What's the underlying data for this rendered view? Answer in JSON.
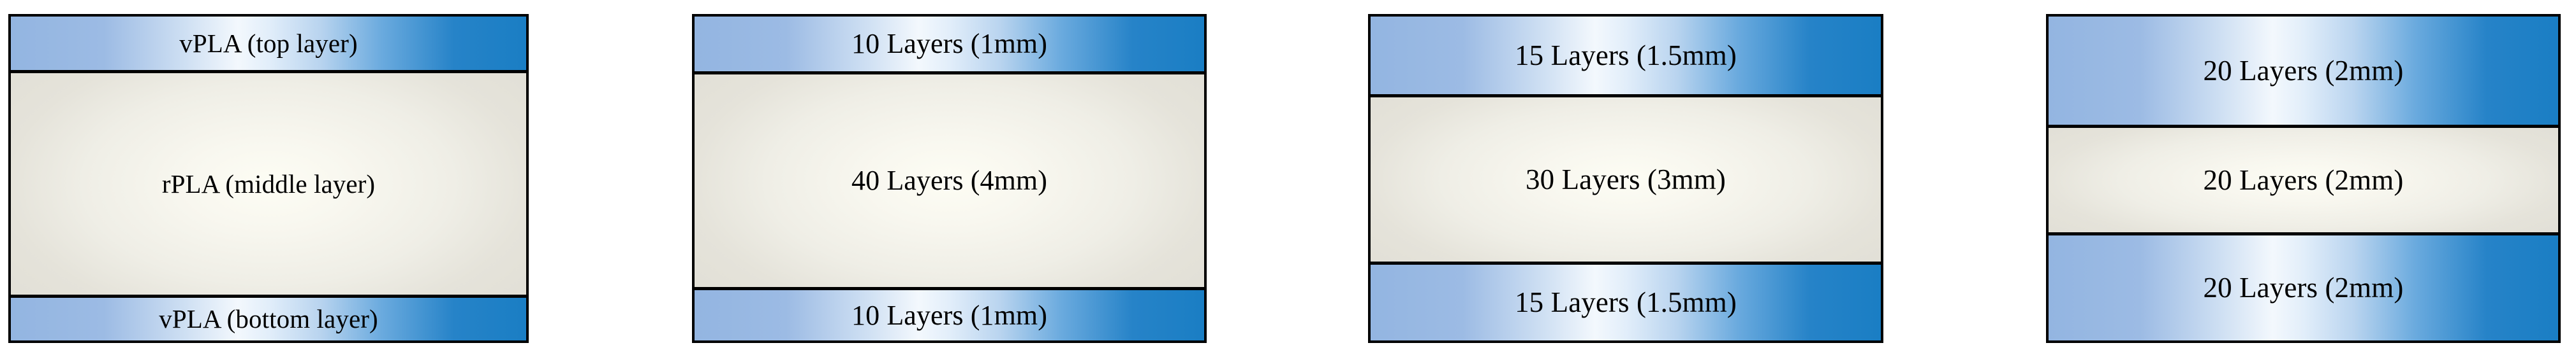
{
  "figure": {
    "type": "layered-specimen-schematic",
    "background_color": "#ffffff",
    "skin_layer_color": "#1a7ec4",
    "core_layer_color": "#e4e2d9",
    "outline_color": "#000000",
    "diagrams": [
      {
        "id": "diagram-1",
        "name": "sandwich-nomenclature",
        "layers": [
          {
            "role": "skin",
            "label": "vPLA (top layer)"
          },
          {
            "role": "core",
            "label": "rPLA (middle layer)"
          },
          {
            "role": "skin",
            "label": "vPLA (bottom layer)"
          }
        ]
      },
      {
        "id": "diagram-2",
        "name": "configuration-10-40-10",
        "layers": [
          {
            "role": "skin",
            "label": "10 Layers (1mm)"
          },
          {
            "role": "core",
            "label": "40 Layers (4mm)"
          },
          {
            "role": "skin",
            "label": "10 Layers (1mm)"
          }
        ]
      },
      {
        "id": "diagram-3",
        "name": "configuration-15-30-15",
        "layers": [
          {
            "role": "skin",
            "label": "15 Layers (1.5mm)"
          },
          {
            "role": "core",
            "label": "30 Layers (3mm)"
          },
          {
            "role": "skin",
            "label": "15 Layers (1.5mm)"
          }
        ]
      },
      {
        "id": "diagram-4",
        "name": "configuration-20-20-20",
        "layers": [
          {
            "role": "skin",
            "label": "20 Layers (2mm)"
          },
          {
            "role": "core",
            "label": "20 Layers (2mm)"
          },
          {
            "role": "skin",
            "label": "20 Layers (2mm)"
          }
        ]
      }
    ]
  }
}
